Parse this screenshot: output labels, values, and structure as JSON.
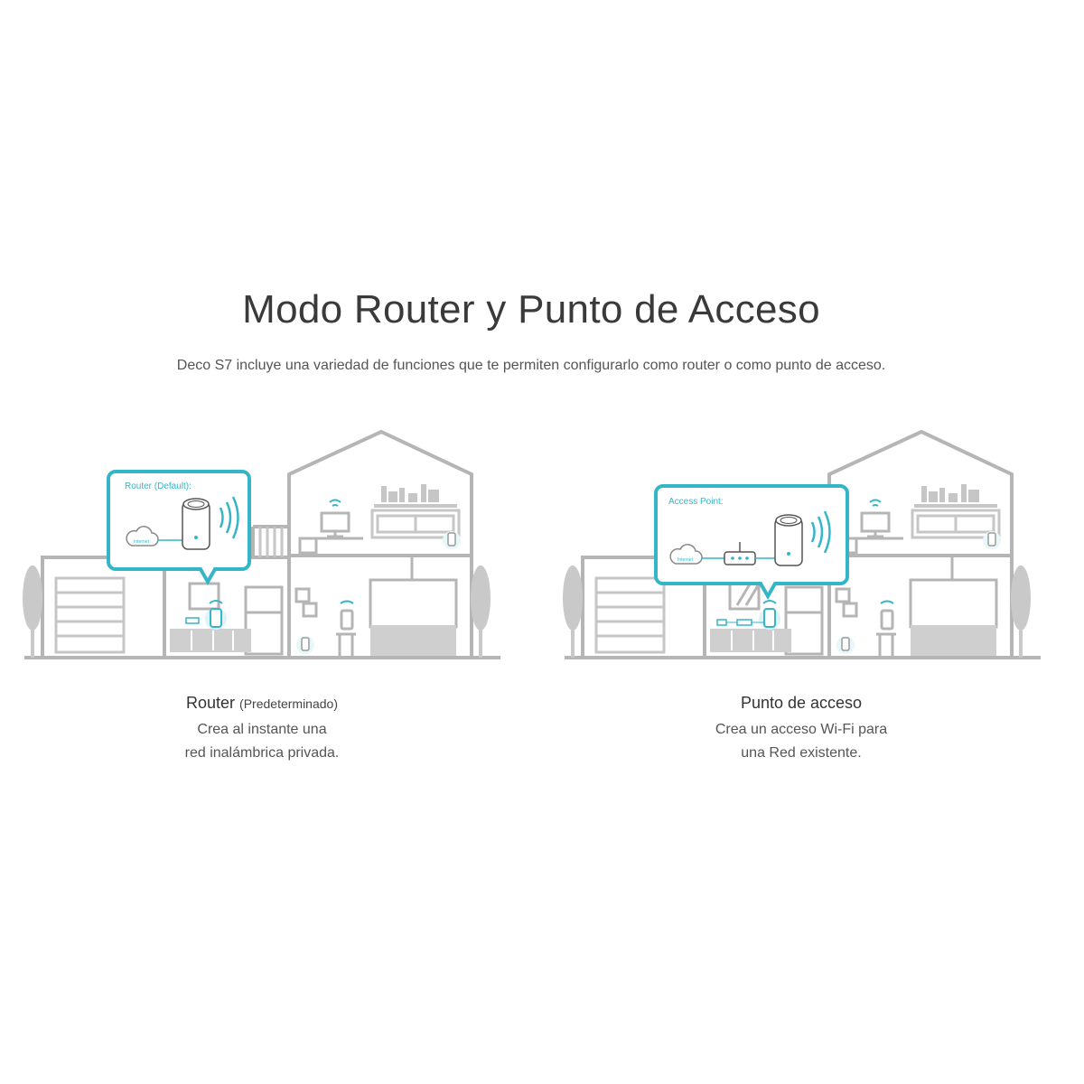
{
  "header": {
    "title": "Modo Router y Punto de Acceso",
    "subtitle": "Deco S7 incluye una variedad de funciones que te permiten configurarlo como router o como punto de acceso."
  },
  "modes": [
    {
      "bubble_label": "Router (Default):",
      "cloud_label": "Internet",
      "title": "Router",
      "title_suffix": "(Predeterminado)",
      "description_lines": [
        "Crea al instante una",
        "red inalámbrica privada."
      ]
    },
    {
      "bubble_label": "Access Point:",
      "cloud_label": "Internet",
      "title": "Punto de acceso",
      "description_lines": [
        "Crea un acceso Wi-Fi para",
        "una Red existente."
      ]
    }
  ],
  "colors": {
    "accent": "#35b6c7",
    "house_line": "#b5b5b5",
    "house_fill": "#d9d9d9",
    "text": "#333333"
  },
  "icons": [
    "cloud-icon",
    "deco-unit-icon",
    "wifi-waves-icon",
    "modem-icon",
    "tree-icon",
    "tv-icon",
    "monitor-icon",
    "fridge-icon",
    "bed-icon",
    "phone-icon"
  ]
}
